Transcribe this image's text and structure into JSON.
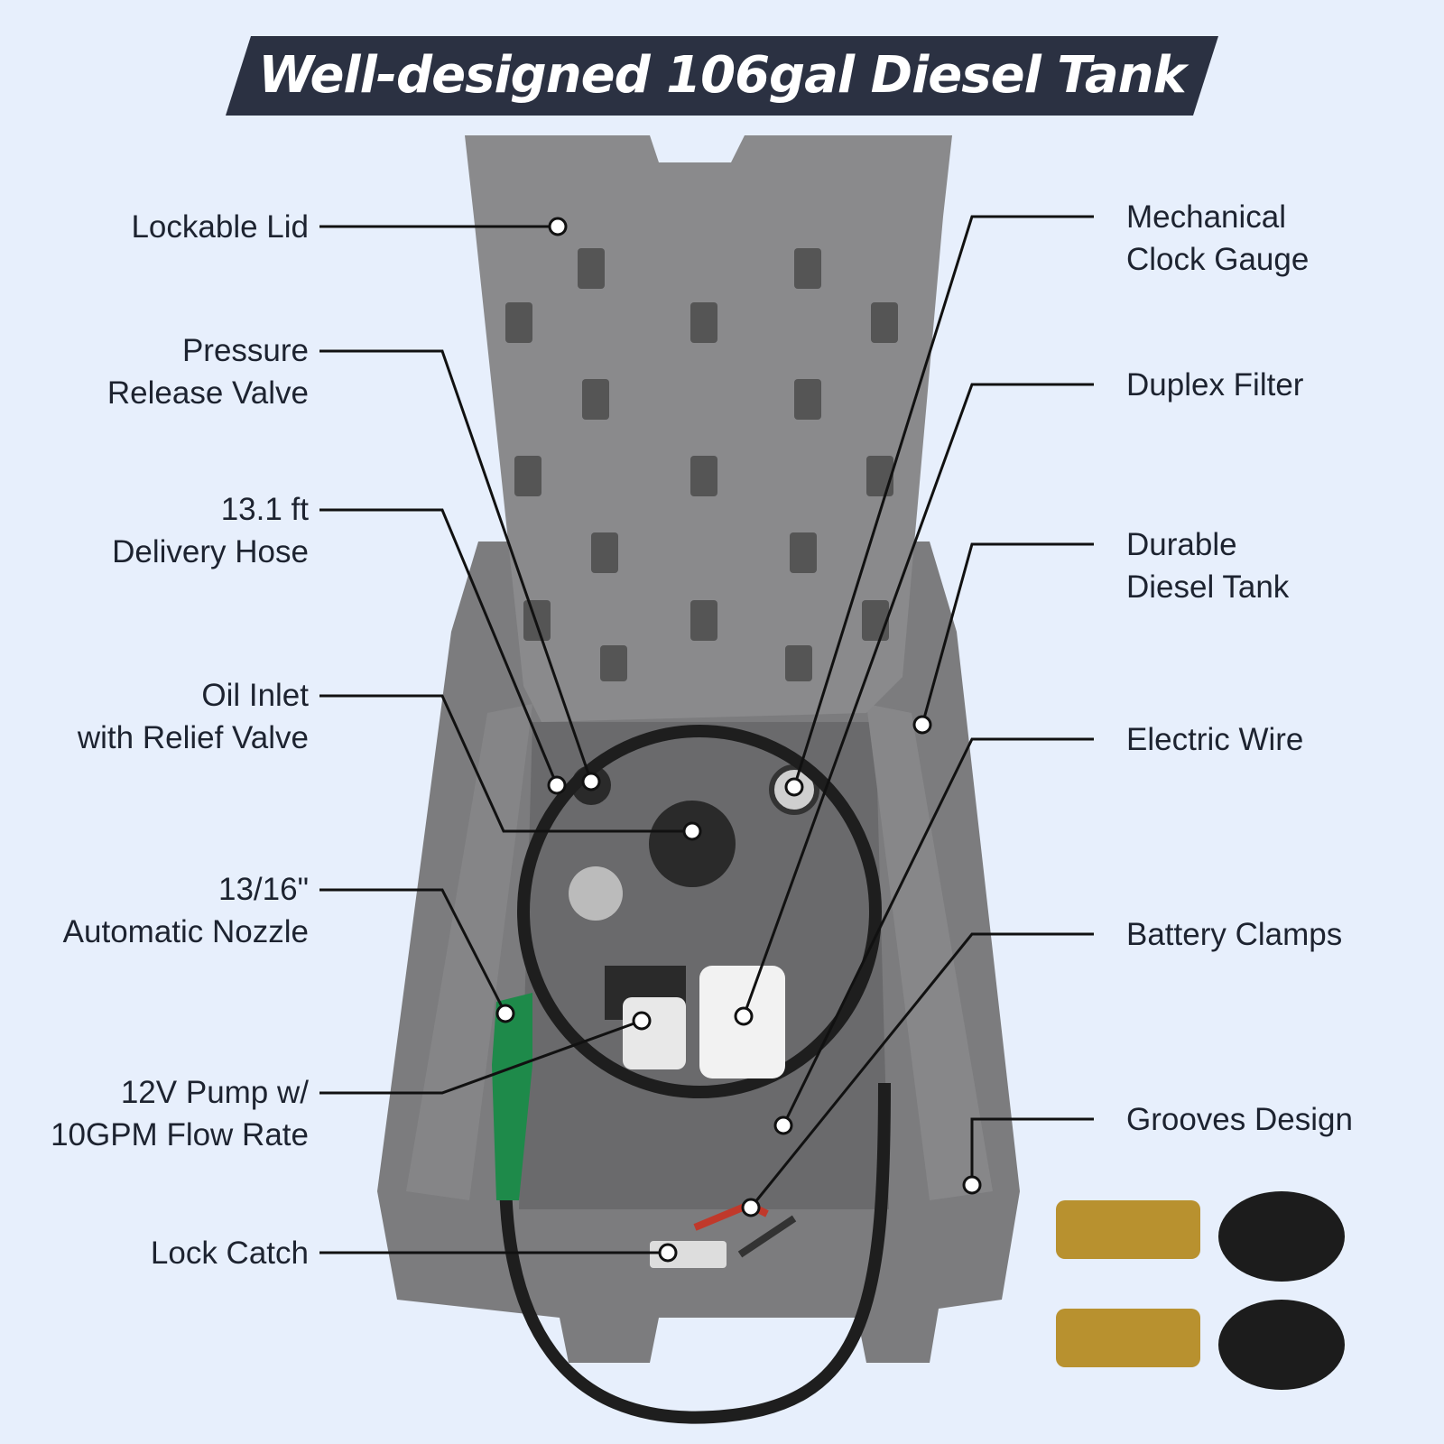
{
  "title": "Well-designed 106gal Diesel Tank",
  "colors": {
    "background": "#e7effc",
    "banner": "#2b3142",
    "tank": "#7a7a7c",
    "nozzle": "#1e8a4a"
  },
  "left_labels": [
    {
      "lines": [
        "Lockable Lid"
      ]
    },
    {
      "lines": [
        "Pressure",
        "Release Valve"
      ]
    },
    {
      "lines": [
        "13.1 ft",
        "Delivery Hose"
      ]
    },
    {
      "lines": [
        "Oil Inlet",
        "with Relief Valve"
      ]
    },
    {
      "lines": [
        "13/16\"",
        "Automatic Nozzle"
      ]
    },
    {
      "lines": [
        "12V Pump w/",
        "10GPM Flow Rate"
      ]
    },
    {
      "lines": [
        "Lock Catch"
      ]
    }
  ],
  "right_labels": [
    {
      "lines": [
        "Mechanical",
        "Clock Gauge"
      ]
    },
    {
      "lines": [
        "Duplex Filter"
      ]
    },
    {
      "lines": [
        "Durable",
        "Diesel Tank"
      ]
    },
    {
      "lines": [
        "Electric Wire"
      ]
    },
    {
      "lines": [
        "Battery Clamps"
      ]
    },
    {
      "lines": [
        "Grooves Design"
      ]
    }
  ]
}
